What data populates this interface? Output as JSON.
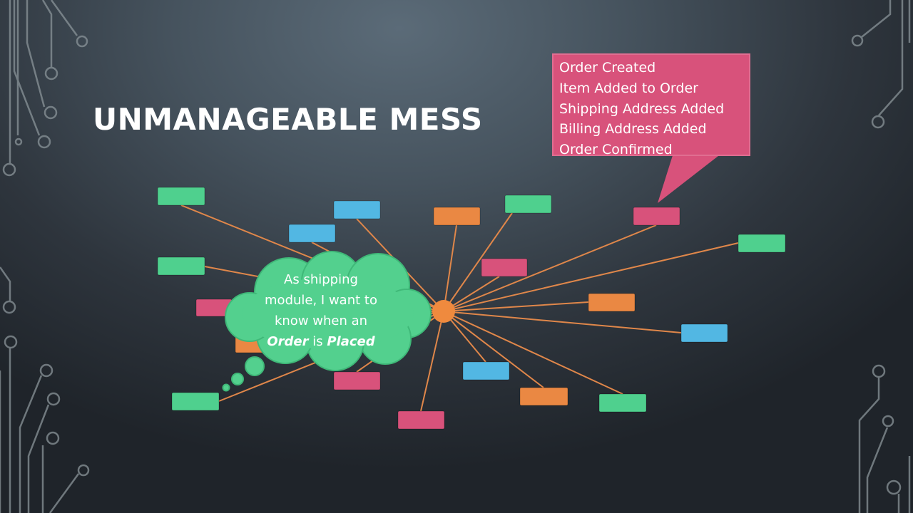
{
  "slide": {
    "title": "UNMANAGEABLE MESS"
  },
  "callout": {
    "events": [
      "Order Created",
      "Item Added to Order",
      "Shipping Address Added",
      "Billing Address Added",
      "Order Confirmed"
    ]
  },
  "thought": {
    "line1": "As shipping",
    "line2": "module, I want to",
    "line3": "know when an",
    "word_order": "Order",
    "word_is": " is ",
    "word_placed": "Placed"
  },
  "colors": {
    "green": "#4fd08e",
    "blue": "#52b7e3",
    "orange": "#ea8843",
    "pink": "#d8527b",
    "hub": "#ef8a3e",
    "connector": "#e0874a",
    "thought_bubble": "#53d08e"
  },
  "nodes": [
    {
      "color": "green"
    },
    {
      "color": "blue"
    },
    {
      "color": "blue"
    },
    {
      "color": "green"
    },
    {
      "color": "pink"
    },
    {
      "color": "orange"
    },
    {
      "color": "green"
    },
    {
      "color": "pink"
    },
    {
      "color": "pink"
    },
    {
      "color": "green"
    },
    {
      "color": "orange"
    },
    {
      "color": "blue"
    },
    {
      "color": "blue"
    },
    {
      "color": "orange"
    },
    {
      "color": "green"
    },
    {
      "color": "pink"
    },
    {
      "color": "pink"
    },
    {
      "color": "green"
    },
    {
      "color": "orange"
    }
  ]
}
